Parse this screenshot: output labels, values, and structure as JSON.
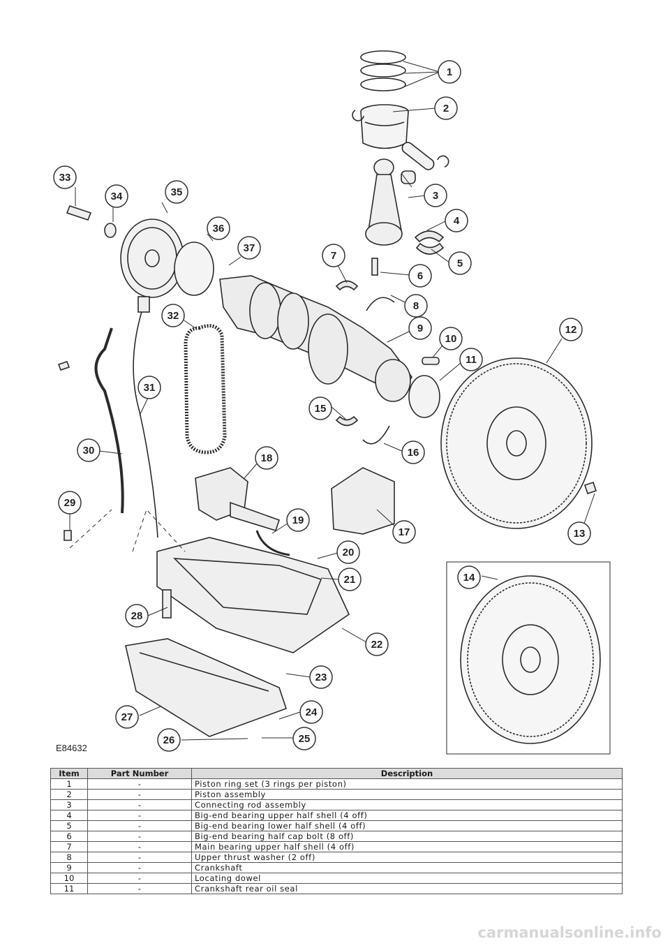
{
  "figure": {
    "reference": "E84632",
    "callouts": [
      "1",
      "2",
      "3",
      "4",
      "5",
      "6",
      "7",
      "8",
      "9",
      "10",
      "11",
      "12",
      "13",
      "14",
      "15",
      "16",
      "17",
      "18",
      "19",
      "20",
      "21",
      "22",
      "23",
      "24",
      "25",
      "26",
      "27",
      "28",
      "29",
      "30",
      "31",
      "32",
      "33",
      "34",
      "35",
      "36",
      "37"
    ]
  },
  "table": {
    "headers": {
      "item": "Item",
      "part_number": "Part Number",
      "description": "Description"
    },
    "rows": [
      {
        "item": "1",
        "part_number": "-",
        "description": "Piston ring set (3 rings per piston)"
      },
      {
        "item": "2",
        "part_number": "-",
        "description": "Piston assembly"
      },
      {
        "item": "3",
        "part_number": "-",
        "description": "Connecting rod assembly"
      },
      {
        "item": "4",
        "part_number": "-",
        "description": "Big-end bearing upper half shell (4 off)"
      },
      {
        "item": "5",
        "part_number": "-",
        "description": "Big-end bearing lower half shell (4 off)"
      },
      {
        "item": "6",
        "part_number": "-",
        "description": "Big-end bearing half cap bolt (8 off)"
      },
      {
        "item": "7",
        "part_number": "-",
        "description": "Main bearing upper half shell (4 off)"
      },
      {
        "item": "8",
        "part_number": "-",
        "description": "Upper thrust washer (2 off)"
      },
      {
        "item": "9",
        "part_number": "-",
        "description": "Crankshaft"
      },
      {
        "item": "10",
        "part_number": "-",
        "description": "Locating dowel"
      },
      {
        "item": "11",
        "part_number": "-",
        "description": "Crankshaft rear oil seal"
      }
    ]
  },
  "watermark": "carmanualsonline.info"
}
